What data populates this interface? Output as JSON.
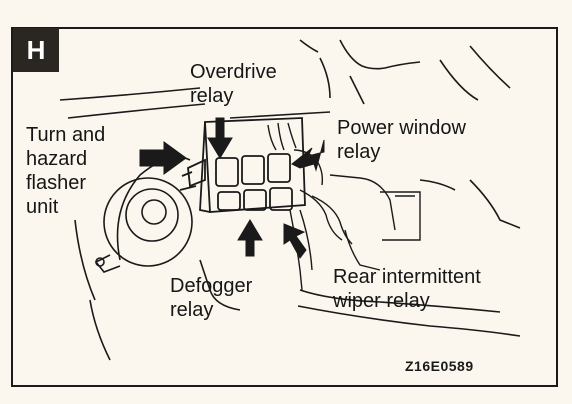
{
  "panel_letter": "H",
  "figure_code": "Z16E0589",
  "labels": {
    "overdrive": [
      "Overdrive",
      "relay"
    ],
    "turn_hazard": [
      "Turn and",
      "hazard",
      "flasher",
      "unit"
    ],
    "power_window": [
      "Power window",
      "relay"
    ],
    "defogger": [
      "Defogger",
      "relay"
    ],
    "rear_wiper": [
      "Rear intermittent",
      "wiper relay"
    ]
  },
  "colors": {
    "paper": "#fbf7ef",
    "ink": "#1a1a1a",
    "badge": "#2a2621"
  }
}
